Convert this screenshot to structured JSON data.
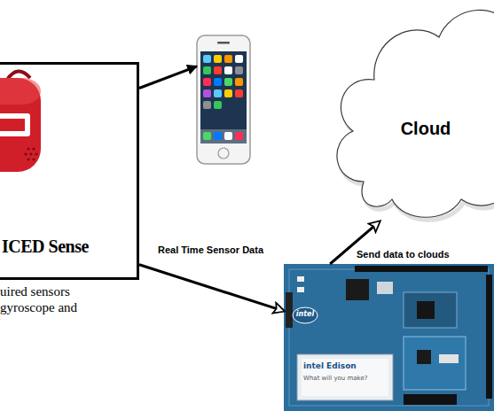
{
  "diagram": {
    "nodes": [
      {
        "text": [
          "ICED Sense"
        ]
      },
      {
        "text": []
      },
      {
        "text": [
          "Cloud"
        ]
      },
      {
        "text": [
          "intel Edison",
          "What will you make?"
        ]
      }
    ],
    "edges": [
      {
        "from": 0,
        "to": 1,
        "arrow": "to"
      },
      {
        "from": 0,
        "to": 3,
        "label": "Real Time Sensor Data",
        "arrow": "to"
      },
      {
        "from": 3,
        "to": 2,
        "label": "Send data to clouds",
        "arrow": "to"
      }
    ],
    "labels": [
      "uired sensors gyroscope and",
      "intel"
    ]
  }
}
